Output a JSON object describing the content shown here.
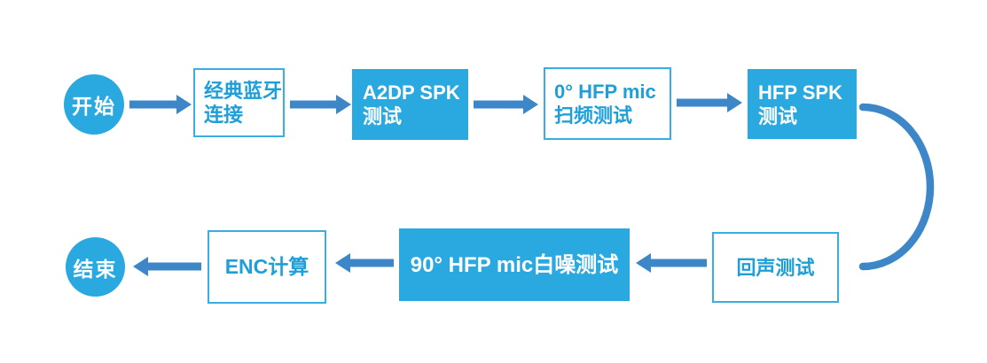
{
  "flowchart": {
    "terminals": {
      "start": {
        "label": "开始"
      },
      "end": {
        "label": "结束"
      }
    },
    "nodes": [
      {
        "id": "classic-bt-connect",
        "line1": "经典蓝牙",
        "line2": "连接",
        "style": "outline"
      },
      {
        "id": "a2dp-spk-test",
        "line1": "A2DP SPK",
        "line2": "测试",
        "style": "filled"
      },
      {
        "id": "hfp-mic-0-sweep-test",
        "line1": "0° HFP mic",
        "line2": "扫频测试",
        "style": "outline"
      },
      {
        "id": "hfp-spk-test",
        "line1": "HFP SPK",
        "line2": "测试",
        "style": "filled"
      },
      {
        "id": "echo-test",
        "line1": "回声测试",
        "style": "outline"
      },
      {
        "id": "hfp-mic-90-white-noise-test",
        "line1": "90° HFP mic白噪测试",
        "style": "filled"
      },
      {
        "id": "enc-calculation",
        "line1": "ENC计算",
        "style": "outline"
      }
    ],
    "flow_order": "start → classic-bt-connect → a2dp-spk-test → hfp-mic-0-sweep-test → hfp-spk-test → echo-test → hfp-mic-90-white-noise-test → enc-calculation → end",
    "colors": {
      "node_fill": "#29a9e0",
      "node_border": "#3aade2",
      "node_text": "#1e9fd9",
      "text_on_fill": "#ffffff",
      "arrow": "#3d87c8",
      "background": "#ffffff"
    }
  }
}
